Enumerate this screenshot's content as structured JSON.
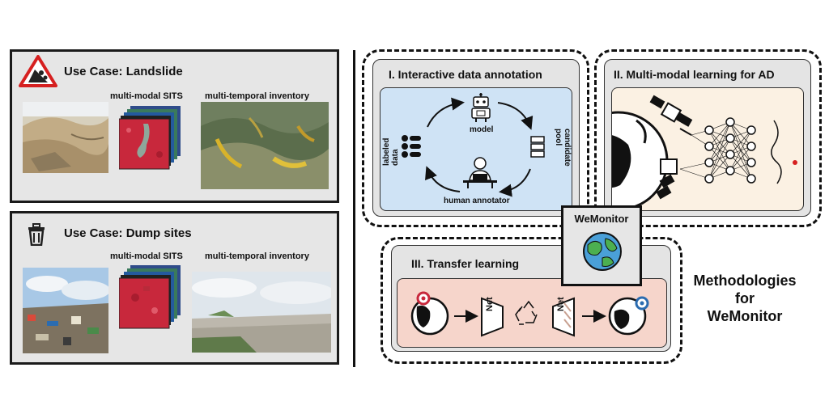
{
  "use_cases": [
    {
      "title": "Use Case: Landslide",
      "icon": "landslide-warning-icon",
      "sits_label": "multi-modal SITS",
      "inventory_label": "multi-temporal inventory"
    },
    {
      "title": "Use Case: Dump sites",
      "icon": "trash-can-icon",
      "sits_label": "multi-modal SITS",
      "inventory_label": "multi-temporal inventory"
    }
  ],
  "methods": {
    "annotation": {
      "title": "I. Interactive data annotation",
      "labeled": "labeled\ndata",
      "model": "model",
      "candidate": "candidate\npool",
      "human": "human annotator"
    },
    "multimodal": {
      "title": "II. Multi-modal learning for AD"
    },
    "transfer": {
      "title": "III. Transfer learning",
      "net1": "Net",
      "net2": "Net"
    }
  },
  "center_label": "WeMonitor",
  "side_title_lines": [
    "Methodologies",
    "for",
    "WeMonitor"
  ],
  "colors": {
    "annotation_bg": "#cfe3f5",
    "multimodal_bg": "#fbf1e3",
    "transfer_bg": "#f6d5cb",
    "sits_red": "#c8283c",
    "warning_red": "#d62020"
  }
}
